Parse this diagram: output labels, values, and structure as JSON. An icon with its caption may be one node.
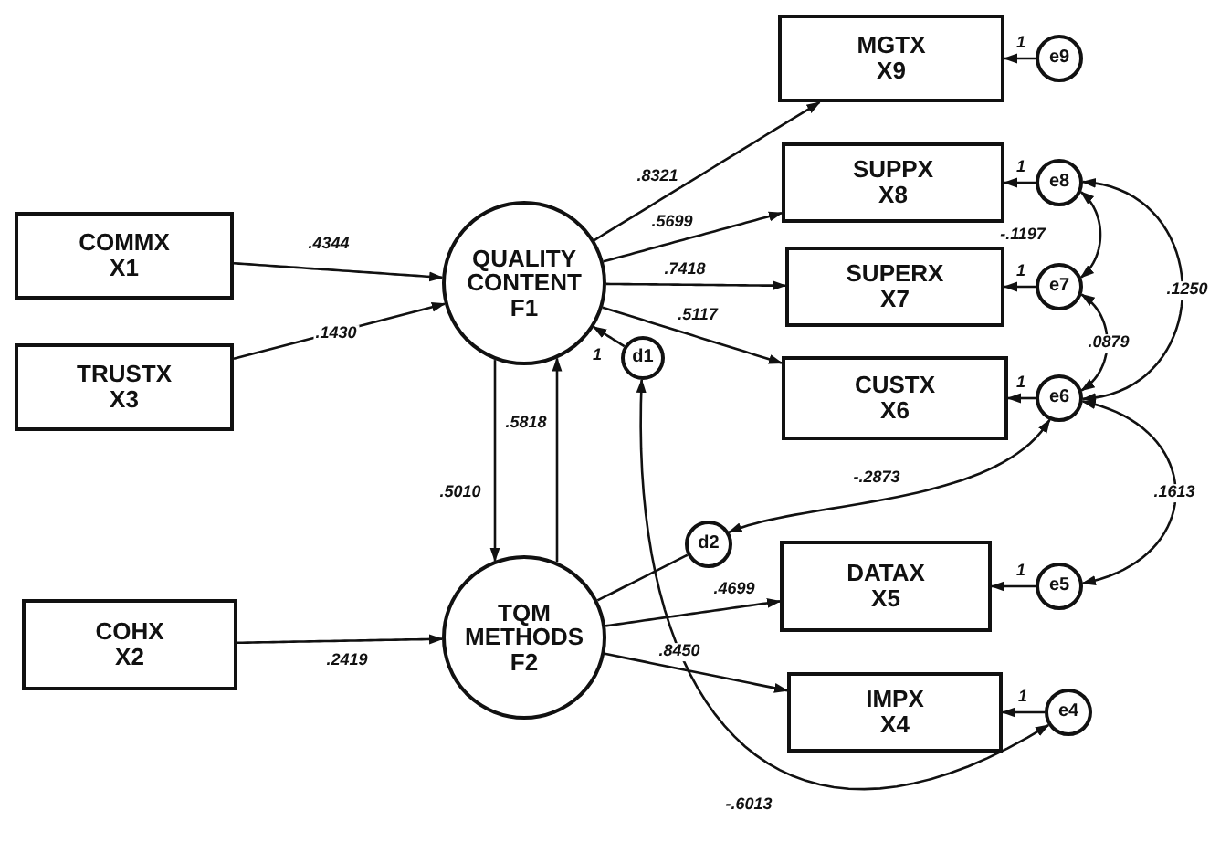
{
  "diagram": {
    "nodes": [
      {
        "text": [
          "COMMX",
          "X1"
        ]
      },
      {
        "text": [
          "TRUSTX",
          "X3"
        ]
      },
      {
        "text": [
          "QUALITY CONTENT",
          "F1"
        ]
      },
      {
        "text": [
          "COHX",
          "X2"
        ]
      },
      {
        "text": [
          "TQM METHODS",
          "F2"
        ]
      },
      {
        "text": [
          "MGTX",
          "X9"
        ]
      },
      {
        "text": [
          "SUPPX",
          "X8"
        ]
      },
      {
        "text": [
          "SUPERX",
          "X7"
        ]
      },
      {
        "text": [
          "CUSTX",
          "X6"
        ]
      },
      {
        "text": [
          "DATAX",
          "X5"
        ]
      },
      {
        "text": [
          "IMPX",
          "X4"
        ]
      },
      {
        "text": [
          "e9"
        ]
      },
      {
        "text": [
          "e8"
        ]
      },
      {
        "text": [
          "e7"
        ]
      },
      {
        "text": [
          "e6"
        ]
      },
      {
        "text": [
          "e5"
        ]
      },
      {
        "text": [
          "e4"
        ]
      },
      {
        "text": [
          "d1"
        ]
      },
      {
        "text": [
          "d2"
        ]
      }
    ],
    "edges": [
      {
        "from": 0,
        "to": 2,
        "arrow": "to",
        "label": ".4344"
      },
      {
        "from": 1,
        "to": 2,
        "arrow": "to",
        "label": ".1430"
      },
      {
        "from": 3,
        "to": 4,
        "arrow": "to",
        "label": ".2419"
      },
      {
        "from": 2,
        "to": 4,
        "arrow": "to",
        "label": ".5010"
      },
      {
        "from": 4,
        "to": 2,
        "arrow": "to",
        "label": ".5818"
      },
      {
        "from": 2,
        "to": 5,
        "arrow": "to",
        "label": ".8321"
      },
      {
        "from": 2,
        "to": 6,
        "arrow": "to",
        "label": ".5699"
      },
      {
        "from": 2,
        "to": 7,
        "arrow": "to",
        "label": ".7418"
      },
      {
        "from": 2,
        "to": 8,
        "arrow": "to",
        "label": ".5117"
      },
      {
        "from": 4,
        "to": 9,
        "arrow": "to",
        "label": ".4699"
      },
      {
        "from": 4,
        "to": 10,
        "arrow": "to",
        "label": ".8450"
      },
      {
        "from": 17,
        "to": 2,
        "arrow": "to",
        "label": "1"
      },
      {
        "from": 18,
        "to": 4,
        "arrow": "none"
      },
      {
        "from": 11,
        "to": 5,
        "arrow": "to",
        "label": "1"
      },
      {
        "from": 12,
        "to": 6,
        "arrow": "to",
        "label": "1"
      },
      {
        "from": 13,
        "to": 7,
        "arrow": "to",
        "label": "1"
      },
      {
        "from": 14,
        "to": 8,
        "arrow": "to",
        "label": "1"
      },
      {
        "from": 15,
        "to": 9,
        "arrow": "to",
        "label": "1"
      },
      {
        "from": 16,
        "to": 10,
        "arrow": "to",
        "label": "1"
      },
      {
        "from": 12,
        "to": 13,
        "arrow": "both",
        "label": "-.1197"
      },
      {
        "from": 12,
        "to": 14,
        "arrow": "both",
        "label": ".1250"
      },
      {
        "from": 13,
        "to": 14,
        "arrow": "both",
        "label": ".0879"
      },
      {
        "from": 14,
        "to": 15,
        "arrow": "both",
        "label": ".1613"
      },
      {
        "from": 14,
        "to": 18,
        "arrow": "both",
        "label": "-.2873"
      },
      {
        "from": 17,
        "to": 16,
        "arrow": "both",
        "label": "-.6013"
      }
    ]
  }
}
